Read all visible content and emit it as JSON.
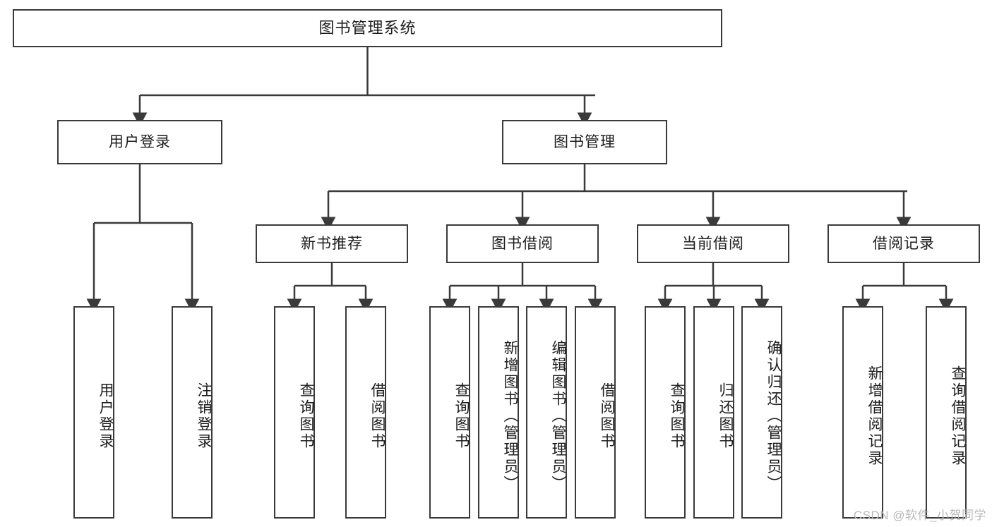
{
  "diagram": {
    "title": "图书管理系统",
    "type": "function-structure-tree",
    "stroke_color": "#3a3a3a",
    "background_color": "#ffffff",
    "text_color": "#1d1d1d"
  },
  "root": {
    "label": "图书管理系统"
  },
  "level2": [
    {
      "label": "用户登录"
    },
    {
      "label": "图书管理"
    }
  ],
  "level3": [
    {
      "label": "新书推荐"
    },
    {
      "label": "图书借阅"
    },
    {
      "label": "当前借阅"
    },
    {
      "label": "借阅记录"
    }
  ],
  "leaves": {
    "user_login": [
      {
        "label": "用户登录"
      },
      {
        "label": "注销登录"
      }
    ],
    "new_book_recommend": [
      {
        "label": "查询图书"
      },
      {
        "label": "借阅图书"
      }
    ],
    "book_borrow": [
      {
        "label": "查询图书"
      },
      {
        "label": "新增图书（管理员）"
      },
      {
        "label": "编辑图书（管理员）"
      },
      {
        "label": "借阅图书"
      }
    ],
    "current_borrow": [
      {
        "label": "查询图书"
      },
      {
        "label": "归还图书"
      },
      {
        "label": "确认归还（管理员）"
      }
    ],
    "borrow_record": [
      {
        "label": "新增借阅记录"
      },
      {
        "label": "查询借阅记录"
      }
    ]
  },
  "watermark": {
    "text": "CSDN @软件_小贺同学"
  }
}
